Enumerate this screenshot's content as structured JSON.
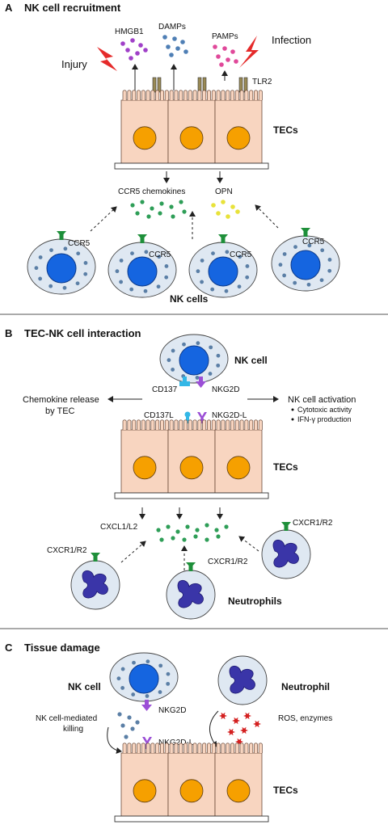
{
  "panels": {
    "a": {
      "letter": "A",
      "title": "NK cell recruitment",
      "labels": {
        "hmgb1": "HMGB1",
        "damps": "DAMPs",
        "pamps": "PAMPs",
        "injury": "Injury",
        "infection": "Infection",
        "tlr2": "TLR2",
        "tecs": "TECs",
        "ccr5_chemokines": "CCR5 chemokines",
        "opn": "OPN",
        "ccr5": "CCR5",
        "nk_cells": "NK cells"
      }
    },
    "b": {
      "letter": "B",
      "title": "TEC-NK cell interaction",
      "labels": {
        "nk_cell": "NK cell",
        "cd137": "CD137",
        "nkg2d": "NKG2D",
        "cd137l": "CD137L",
        "nkg2d_l": "NKG2D-L",
        "chemokine_release_1": "Chemokine release",
        "chemokine_release_2": "by TEC",
        "nk_activation": "NK cell activation",
        "cytotoxic": "Cytotoxic activity",
        "ifn": "IFN-γ production",
        "tecs": "TECs",
        "cxcl": "CXCL1/L2",
        "cxcr": "CXCR1/R2",
        "neutrophils": "Neutrophils"
      }
    },
    "c": {
      "letter": "C",
      "title": "Tissue damage",
      "labels": {
        "nk_cell": "NK cell",
        "neutrophil": "Neutrophil",
        "nkg2d": "NKG2D",
        "killing_1": "NK cell-mediated",
        "killing_2": "killing",
        "nkg2d_l": "NKG2D-L",
        "ros": "ROS, enzymes",
        "tecs": "TECs"
      }
    }
  },
  "colors": {
    "tec_fill": "#f8d5c0",
    "nucleus_orange": "#f6a000",
    "nk_nucleus": "#1565e0",
    "nk_body": "#dfe8f2",
    "granule": "#5b7fa6",
    "neutrophil_nucleus": "#3a35a8",
    "chemokine_green": "#2e9e57",
    "opn_yellow": "#e8e23a",
    "hmgb1_purple": "#a040c8",
    "damps_blue": "#4f7fb5",
    "pamps_pink": "#e0499a",
    "lightning_red": "#e52a2a",
    "ros_red": "#d42020",
    "receptor_green": "#1e8f3a",
    "cd137_cyan": "#33b7e6",
    "nkg2d_violet": "#9b4fd6"
  },
  "icons": [
    "lightning-bolt-icon",
    "nk-cell-icon",
    "neutrophil-icon",
    "tec-cell-icon",
    "receptor-icon"
  ]
}
